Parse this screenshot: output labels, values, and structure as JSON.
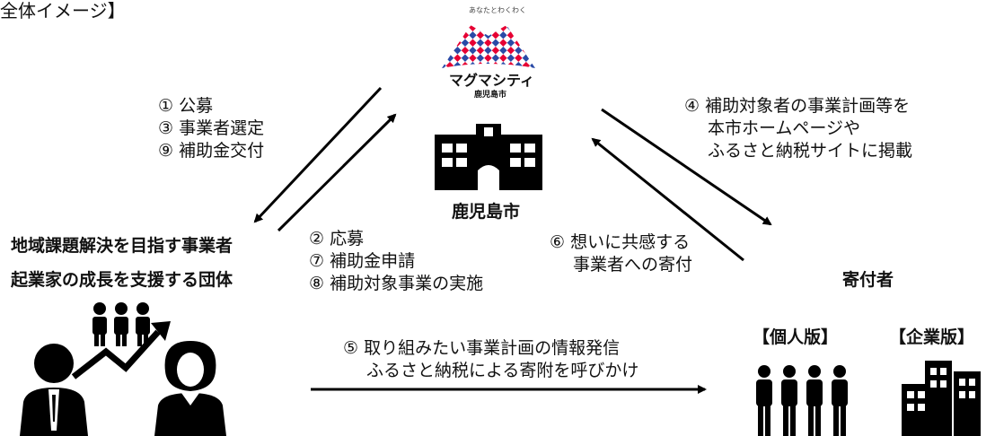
{
  "page_title": "全体イメージ】",
  "logo": {
    "tagline": "あなたとわくわく",
    "name": "マグマシティ",
    "sub": "鹿児島市"
  },
  "city_label": "鹿児島市",
  "left_top_steps": [
    "① 公募",
    "③ 事業者選定",
    "⑨ 補助金交付"
  ],
  "right_top_steps": [
    "④ 補助対象者の事業計画等を",
    "本市ホームページや",
    "ふるさと納税サイトに掲載"
  ],
  "left_bottom_steps": [
    "② 応募",
    "⑦ 補助金申請",
    "⑧ 補助対象事業の実施"
  ],
  "right_bottom_steps": [
    "⑥ 想いに共感する",
    "事業者への寄付"
  ],
  "org_labels": [
    "地域課題解決を目指す事業者",
    "起業家の成長を支援する団体"
  ],
  "donor_label": "寄付者",
  "individual_label": "【個人版】",
  "corporate_label": "【企業版】",
  "bottom_steps": [
    "⑤ 取り組みたい事業計画の情報発信",
    "ふるさと納税による寄附を呼びかけ"
  ],
  "colors": {
    "arrow": "#000000",
    "logo_red": "#e60033",
    "logo_blue": "#2a4aa6"
  },
  "icons": [
    "building-icon",
    "people-growth-icon",
    "individual-donors-icon",
    "corporate-buildings-icon"
  ]
}
